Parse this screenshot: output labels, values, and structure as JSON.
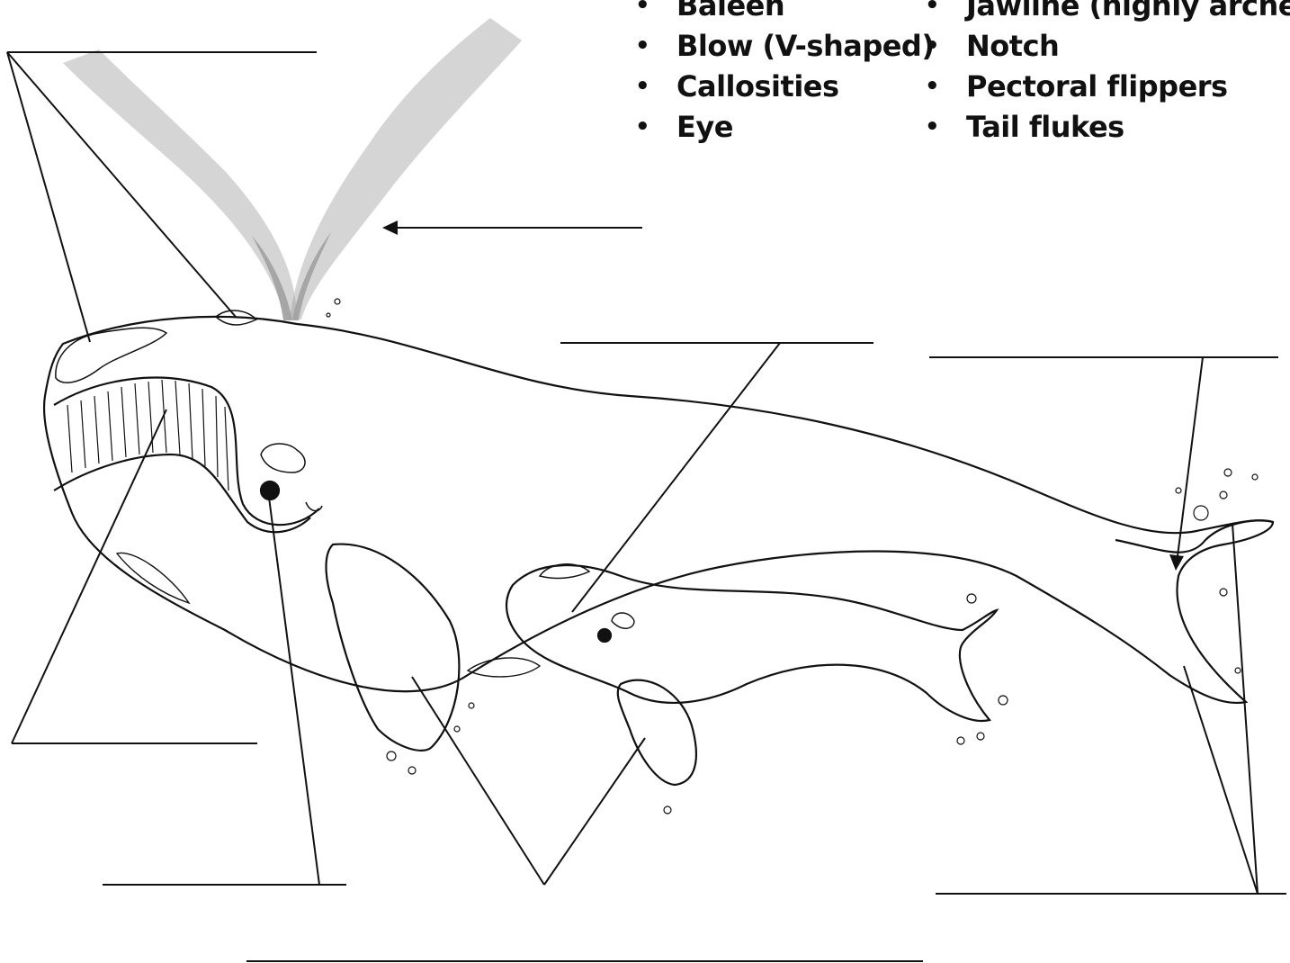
{
  "word_bank": {
    "column_1": [
      "Baleen",
      "Blow (V-shaped)",
      "Callosities",
      "Eye"
    ],
    "column_2": [
      "Jawline (highly arched)",
      "Notch",
      "Pectoral flippers",
      "Tail flukes"
    ]
  },
  "bullet_glyph": "•",
  "colors": {
    "ink": "#111111",
    "paper": "#ffffff",
    "spray": "#555555"
  }
}
